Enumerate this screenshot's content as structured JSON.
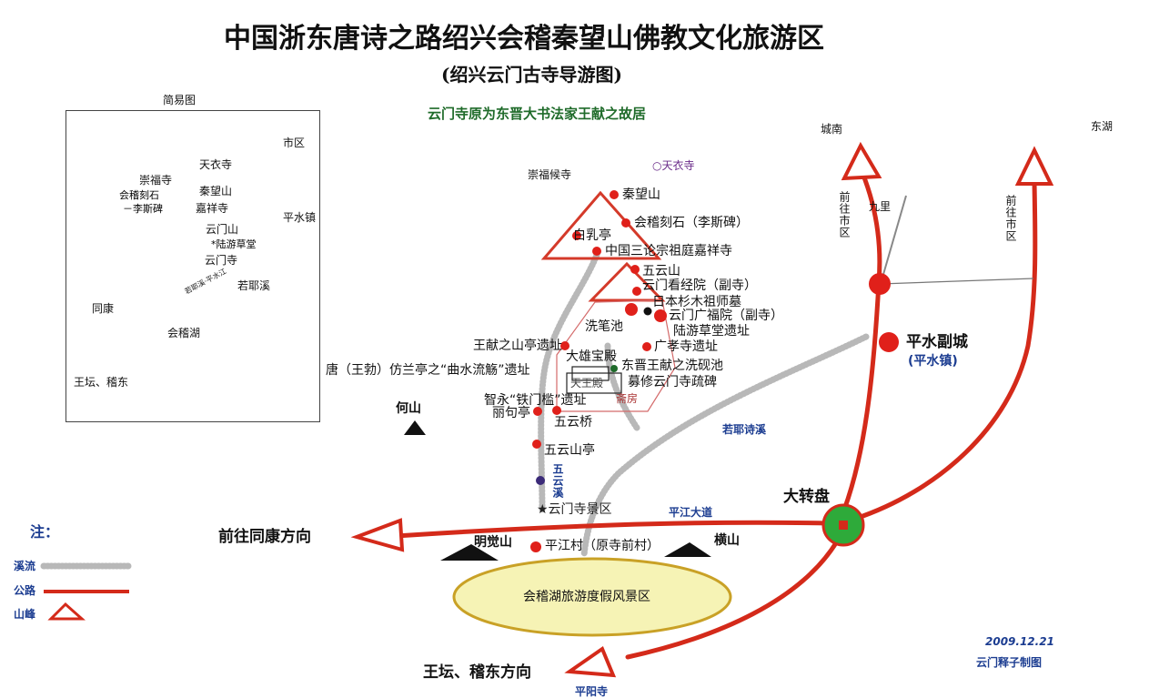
{
  "header": {
    "title": "中国浙东唐诗之路绍兴会稽秦望山佛教文化旅游区",
    "subtitle": "(绍兴云门古寺导游图)",
    "note": "云门寺原为东晋大书法家王献之故居"
  },
  "inset": {
    "caption": "简易图",
    "labels": {
      "tianyi": "天衣寺",
      "shiqu": "市区",
      "chongfu": "崇福寺",
      "qinwang": "秦望山",
      "keshi": "会稽刻石",
      "lisi": "－李斯碑",
      "jiaxiang": "嘉祥寺",
      "yunmenshan": "云门山",
      "lukyou": "*陆游草堂",
      "yunmensi": "云门寺",
      "pingshui": "平水镇",
      "ruoye": "若耶溪",
      "tongkang": "同康",
      "kuaijihu": "会稽湖",
      "wangtan": "王坛、稽东"
    },
    "diagonal_text": "若耶溪·平水江"
  },
  "map": {
    "chengnan": "城南",
    "donghu": "东湖",
    "qianwang_shiqu": "前往市区",
    "jiuli": "九里",
    "chongfu": "崇福候寺",
    "tianyi": "○天衣寺",
    "qinwang": "秦望山",
    "keshi": "会稽刻石（李斯碑）",
    "ruting": "白乳亭",
    "erlun": "中国三论宗祖庭嘉祥寺",
    "wuyunshan": "五云山",
    "kanjing": "云门看经院（副寺）",
    "riben": "日本杉木祖师墓",
    "xibi": "洗笔池",
    "guangfu": "云门广福院（副寺）",
    "luyou": "陆游草堂遗址",
    "guangxiao": "广孝寺遗址",
    "shanting": "王献之山亭遗址",
    "daxiong": "大雄宝殿",
    "xiyan": "东晋王献之洗砚池",
    "tianwang": "天王殿",
    "zhaifang": "斋房",
    "muxiu": "募修云门寺疏碑",
    "lanting": "唐（王勃）仿兰亭之“曲水流觞”遗址",
    "tiemenkan": "智永“铁门槛”遗址",
    "heshan": "何山",
    "liju": "丽句亭",
    "wuyunqiao": "五云桥",
    "wuyunshanting": "五云山亭",
    "wuyunxi": "五云溪",
    "jingqu": "★云门寺景区",
    "ruoyeshixi": "若耶诗溪",
    "pingshui_fucheng": "平水副城",
    "pingshui_zhen": "(平水镇)",
    "dazhuanpan": "大转盘",
    "pingjiang": "平江大道",
    "tongkang_dir": "前往同康方向",
    "mingjue": "明觉山",
    "pingjiangcun": "平江村（原寺前村）",
    "hengshan": "横山",
    "resort": "会稽湖旅游度假风景区",
    "wangtan_dir": "王坛、稽东方向",
    "pingyang": "平阳寺",
    "date": "2009.12.21",
    "credit": "云门释子制图"
  },
  "legend": {
    "title": "注：",
    "stream": "溪流",
    "road": "公路",
    "peak": "山峰"
  },
  "colors": {
    "road": "#d42a1a",
    "stream": "#b8b8b8",
    "lake": "#f6f3b5",
    "poi": "#e0201a",
    "roundabout_fill": "#2eaa3a",
    "title_green": "#1f6b2a",
    "blue_text": "#1c3d91"
  }
}
